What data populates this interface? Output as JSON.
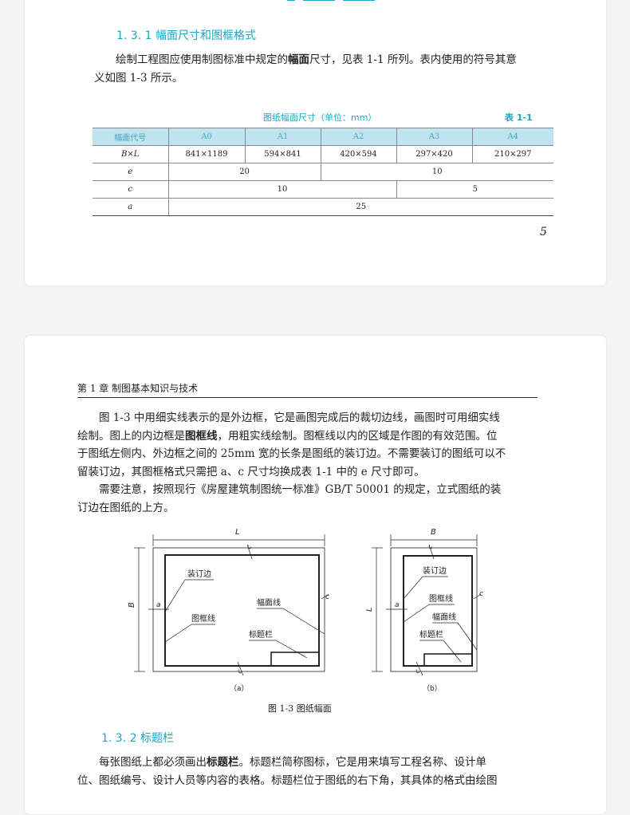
{
  "section_1_3_1": {
    "heading": "1. 3. 1   幅面尺寸和图框格式",
    "para_line1_a": "绘制工程图应使用制图标准中规定的",
    "para_line1_b": "幅面",
    "para_line1_c": "尺寸，见表 1-1 所列。表内使用的符号其意",
    "para_line2": "义如图 1-3 所示。"
  },
  "table": {
    "caption": "图纸幅面尺寸（单位：mm）",
    "number": "表 1-1",
    "header": [
      "幅面代号",
      "A0",
      "A1",
      "A2",
      "A3",
      "A4"
    ],
    "row_BL": {
      "label": "B×L",
      "values": [
        "841×1189",
        "594×841",
        "420×594",
        "297×420",
        "210×297"
      ]
    },
    "row_e": {
      "label": "e",
      "v1": "20",
      "v2": "10"
    },
    "row_c": {
      "label": "c",
      "v1": "10",
      "v2": "5"
    },
    "row_a": {
      "label": "a",
      "v1": "25"
    }
  },
  "page_number": "5",
  "chapter_header": "第 1 章    制图基本知识与技术",
  "body": {
    "p1_l1": "图 1-3 中用细实线表示的是外边框，它是画图完成后的裁切边线，画图时可用细实线",
    "p1_l2_a": "绘制。图上的内边框是",
    "p1_l2_b": "图框线",
    "p1_l2_c": "，用粗实线绘制。图框线以内的区域是作图的有效范围。位",
    "p1_l3": "于图纸左侧内、外边框之间的 25mm 宽的长条是图纸的装订边。不需要装订的图纸可以不",
    "p1_l4": "留装订边，其图框格式只需把 a、c 尺寸均换成表 1-1 中的 e 尺寸即可。",
    "p2_l1": "需要注意，按照现行《房屋建筑制图统一标准》GB/T 50001 的规定，立式图纸的装",
    "p2_l2": "订边在图纸的上方。"
  },
  "figure": {
    "a": {
      "dim_L": "L",
      "dim_B": "B",
      "c": "c",
      "a": "a",
      "zhuangdingbian": "装订边",
      "tukuangxian": "图框线",
      "fumianxian": "幅面线",
      "biaotilan": "标题栏",
      "label": "（a）"
    },
    "b": {
      "dim_B": "B",
      "dim_L": "L",
      "c": "c",
      "a": "a",
      "zhuangdingbian": "装订边",
      "tukuangxian": "图框线",
      "fumianxian": "幅面线",
      "biaotilan": "标题栏",
      "label": "（b）"
    },
    "caption": "图 1-3    图纸幅面"
  },
  "section_1_3_2": {
    "heading": "1. 3. 2   标题栏",
    "l1_a": "每张图纸上都必须画出",
    "l1_b": "标题栏",
    "l1_c": "。标题栏简称图标，它是用来填写工程名称、设计单",
    "l2": "位、图纸编号、设计人员等内容的表格。标题栏位于图纸的右下角，其具体的格式由绘图"
  },
  "colors": {
    "accent": "#1aa7c9",
    "table_header_bg": "#bfe3ef"
  }
}
